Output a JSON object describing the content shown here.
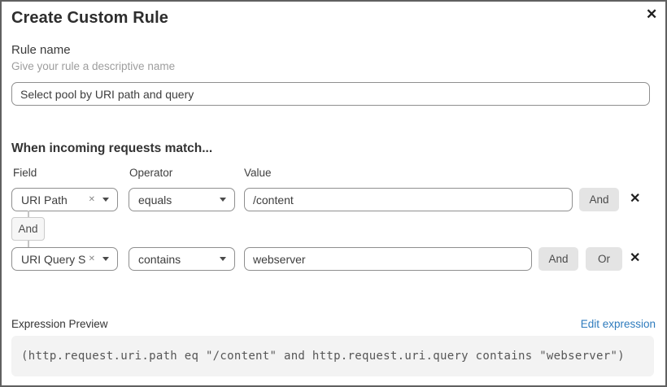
{
  "modal": {
    "title": "Create Custom Rule",
    "close_icon": "✕"
  },
  "rule_name": {
    "label": "Rule name",
    "helper": "Give your rule a descriptive name",
    "value": "Select pool by URI path and query"
  },
  "matcher": {
    "heading": "When incoming requests match...",
    "columns": {
      "field": "Field",
      "operator": "Operator",
      "value": "Value"
    },
    "connector": "And",
    "clear_icon": "✕",
    "delete_icon": "✕",
    "rows": [
      {
        "field": "URI Path",
        "operator": "equals",
        "value": "/content",
        "buttons": [
          "And"
        ]
      },
      {
        "field": "URI Query St...",
        "operator": "contains",
        "value": "webserver",
        "buttons": [
          "And",
          "Or"
        ]
      }
    ]
  },
  "expression": {
    "label": "Expression Preview",
    "edit_link": "Edit expression",
    "code": "(http.request.uri.path eq \"/content\" and http.request.uri.query contains \"webserver\")"
  },
  "colors": {
    "link_blue": "#2e7bbd",
    "code_background": "#f3f3f3",
    "button_gray": "#e4e4e4",
    "border_gray": "#8f8f8f"
  }
}
